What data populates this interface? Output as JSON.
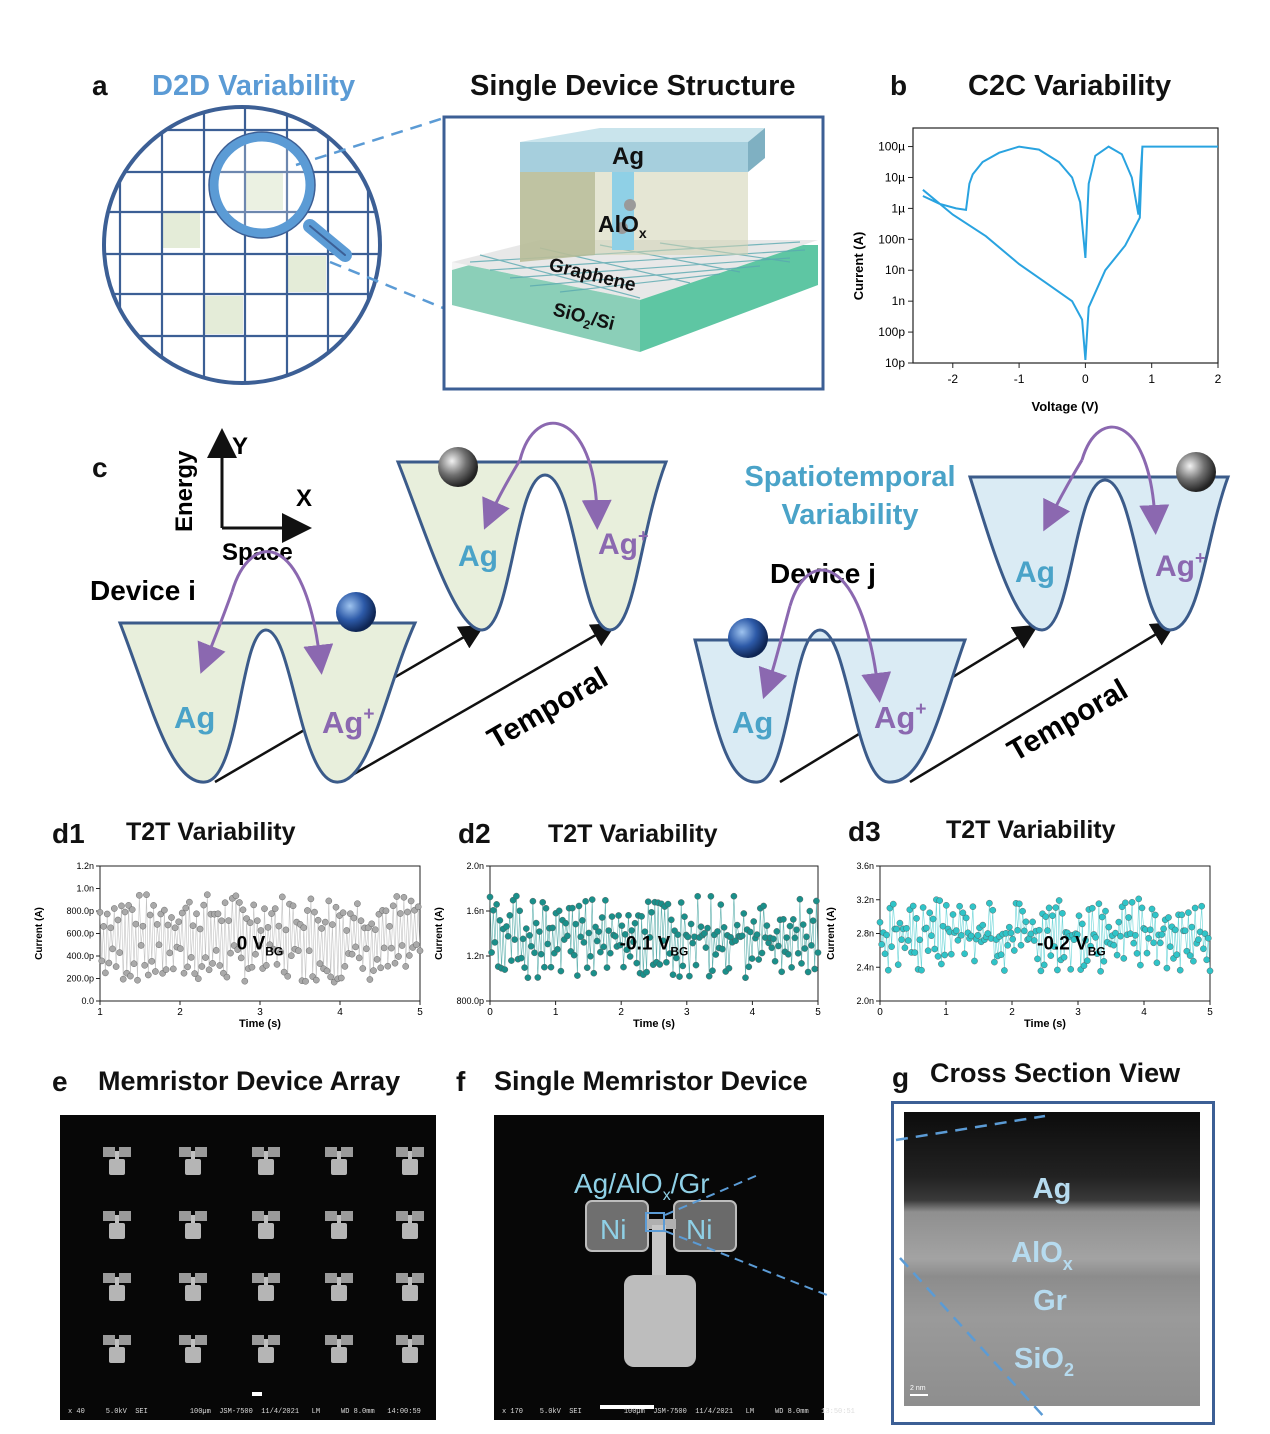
{
  "panel_a": {
    "letter": "a",
    "d2d_title": "D2D Variability",
    "structure_title": "Single Device Structure",
    "layers": {
      "ag": "Ag",
      "aloxBase": "AlO",
      "aloxSub": "x",
      "graphene": "Graphene",
      "substrateBase": "SiO",
      "substrateSub": "2",
      "substrateTail": "/Si"
    },
    "colors": {
      "wafer": "#3c5f95",
      "cell": "#e4ecd8",
      "accent": "#5b9bd5"
    }
  },
  "panel_b": {
    "letter": "b",
    "title": "C2C Variability",
    "xlabel": "Voltage (V)",
    "ylabel": "Current (A)",
    "xticks": [
      "-2",
      "-1",
      "0",
      "1",
      "2"
    ],
    "yticks": [
      "10p",
      "100p",
      "1n",
      "10n",
      "100n",
      "1µ",
      "10µ",
      "100µ"
    ],
    "color": "#29a3e0"
  },
  "panel_c": {
    "letter": "c",
    "axis_y": "Y",
    "axis_x": "X",
    "energy": "Energy",
    "space": "Space",
    "device_i": "Device i",
    "device_j": "Device j",
    "spatio1": "Spatiotemporal",
    "spatio2": "Variability",
    "temporal": "Temporal",
    "ag": "Ag",
    "agPlusBase": "Ag",
    "agPlusSup": "+",
    "colors": {
      "well_green": "#e8efdc",
      "well_blue": "#daebf4",
      "well_stroke": "#3b5b8a",
      "arrow": "#8b68b0",
      "ag_text": "#4aa3c8",
      "agplus_text": "#8b68b0",
      "spatio": "#4aa3c8"
    }
  },
  "panel_d": [
    {
      "letter": "d1",
      "title": "T2T Variability",
      "annoBase": "0 V",
      "annoSub": "BG",
      "yticks": [
        "0.0",
        "200.0p",
        "400.0p",
        "600.0p",
        "800.0p",
        "1.0n",
        "1.2n"
      ],
      "xticks": [
        "1",
        "2",
        "3",
        "4",
        "5"
      ],
      "xlabel": "Time (s)",
      "ylabel": "Current (A)",
      "color": "#a9a9a9"
    },
    {
      "letter": "d2",
      "title": "T2T Variability",
      "annoBase": "-0.1 V",
      "annoSub": "BG",
      "yticks": [
        "800.0p",
        "1.2n",
        "1.6n",
        "2.0n"
      ],
      "xticks": [
        "0",
        "1",
        "2",
        "3",
        "4",
        "5"
      ],
      "xlabel": "Time (s)",
      "ylabel": "Current (A)",
      "color": "#1a8f8a"
    },
    {
      "letter": "d3",
      "title": "T2T Variability",
      "annoBase": "-0.2 V",
      "annoSub": "BG",
      "yticks": [
        "2.0n",
        "2.4n",
        "2.8n",
        "3.2n",
        "3.6n"
      ],
      "xticks": [
        "0",
        "1",
        "2",
        "3",
        "4",
        "5"
      ],
      "xlabel": "Time (s)",
      "ylabel": "Current (A)",
      "color": "#2fc4c8"
    }
  ],
  "panel_e": {
    "letter": "e",
    "title": "Memristor Device Array",
    "footer": "x 40     5.0kV  SEI          100µm  JSM-7500  11/4/2021   LM     WD 8.0mm   14:00:59"
  },
  "panel_f": {
    "letter": "f",
    "title": "Single Memristor Device",
    "stackBase": "Ag/AlO",
    "stackSub": "x",
    "stackTail": "/Gr",
    "ni": "Ni",
    "footer": "x 170    5.0kV  SEI          100µm  JSM-7500  11/4/2021   LM     WD 8.0mm   13:50:51"
  },
  "panel_g": {
    "letter": "g",
    "title": "Cross Section View",
    "ag": "Ag",
    "aloxBase": "AlO",
    "aloxSub": "x",
    "gr": "Gr",
    "sioBase": "SiO",
    "sioSub": "2",
    "scale": "2 nm"
  }
}
